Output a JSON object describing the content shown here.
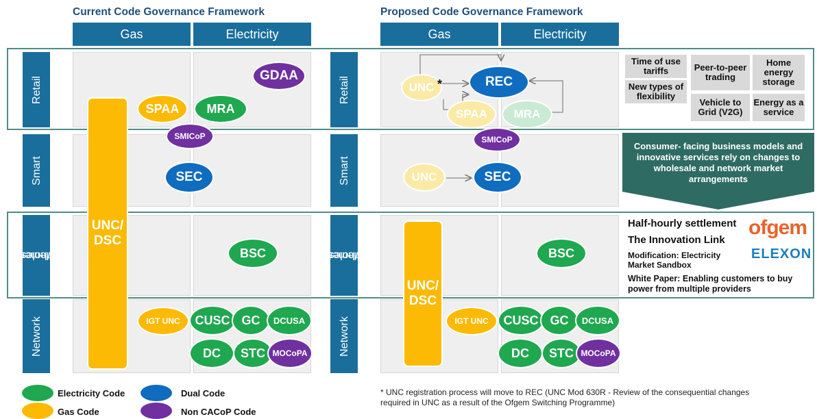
{
  "titles": {
    "current": "Current Code Governance Framework",
    "proposed": "Proposed Code Governance Framework"
  },
  "columns": {
    "gas": "Gas",
    "electricity": "Electricity"
  },
  "rows": {
    "retail": "Retail",
    "smart": "Smart",
    "wholesale_l1": "Wholesale/",
    "wholesale_l2": "Settlement",
    "network": "Network"
  },
  "codes": {
    "unc_dsc": "UNC/\nDSC",
    "spaa": "SPAA",
    "mra": "MRA",
    "gdaa": "GDAA",
    "smicop": "SMICoP",
    "sec": "SEC",
    "bsc": "BSC",
    "igt_unc": "IGT UNC",
    "cusc": "CUSC",
    "gc": "GC",
    "dcusa": "DCUSA",
    "dc": "DC",
    "stc": "STC",
    "mocopa": "MOCoPA",
    "unc": "UNC",
    "unc_star": "*",
    "rec": "REC"
  },
  "innovations": {
    "time_of_use": "Time of use tariffs",
    "peer_to_peer": "Peer-to-peer trading",
    "home_energy": "Home energy storage",
    "new_flex": "New types of flexibility",
    "v2g": "Vehicle to Grid (V2G)",
    "eaas": "Energy as a service"
  },
  "arrow_text": "Consumer- facing business models and innovative services rely on changes to wholesale and network market arrangements",
  "wholesale_panel": {
    "hh": "Half-hourly settlement",
    "innovation_link": "The Innovation Link",
    "modification": "Modification: Electricity Market Sandbox",
    "white_paper": "White Paper: Enabling customers to buy power from multiple providers",
    "ofgem": "ofgem",
    "elexon": "ELEXON"
  },
  "legend": {
    "electricity": "Electricity Code",
    "dual": "Dual Code",
    "gas": "Gas Code",
    "non_cacop": "Non CACoP Code"
  },
  "footnote": "* UNC registration process will move to REC (UNC Mod 630R - Review of the consequential changes required in UNC as a result of the Ofgem Switching Programme)",
  "colors": {
    "electricity": "#1fa84f",
    "gas": "#fcba04",
    "dual": "#0f6cbf",
    "non_cacop": "#7030a0",
    "header": "#1a6e9c",
    "arrow": "#2e6b63"
  }
}
